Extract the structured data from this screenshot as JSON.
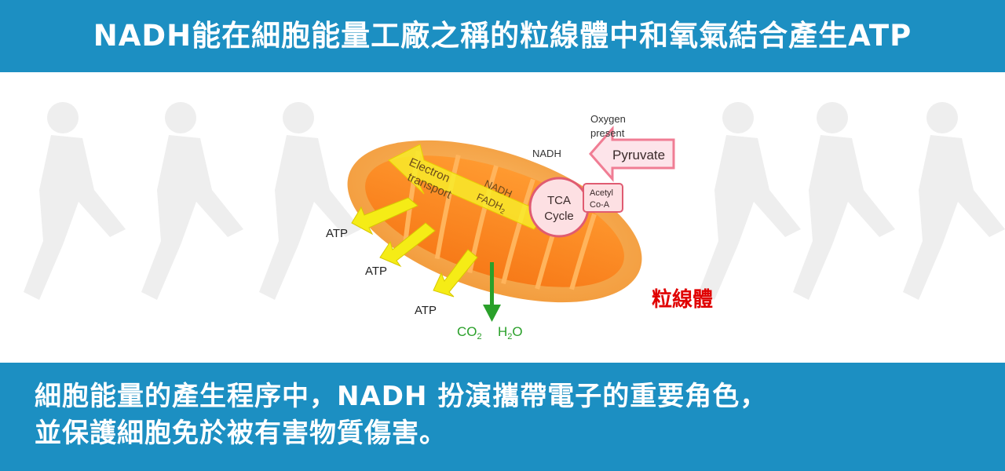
{
  "header": {
    "title": "NADH能在細胞能量工廠之稱的粒線體中和氧氣結合產生ATP"
  },
  "diagram": {
    "oxygen_line1": "Oxygen",
    "oxygen_line2": "present",
    "pyruvate": "Pyruvate",
    "nadh_top": "NADH",
    "electron_line1": "Electron",
    "electron_line2": "transport",
    "nadh_arrow": "NADH",
    "fadh2": "FADH",
    "fadh2_sub": "2",
    "tca_line1": "TCA",
    "tca_line2": "Cycle",
    "acetyl_line1": "Acetyl",
    "acetyl_line2": "Co-A",
    "atp_1": "ATP",
    "atp_2": "ATP",
    "atp_3": "ATP",
    "co2": "CO",
    "co2_sub": "2",
    "h2o_h": "H",
    "h2o_sub": "2",
    "h2o_o": "O",
    "mito_label": "粒線體",
    "colors": {
      "mito_outer": "#f5a84a",
      "mito_inner": "#fb8a25",
      "arrow_yellow": "#f5ec16",
      "arrow_green": "#2aa02a",
      "label_red": "#e00000",
      "pyruvate_pink": "#f07d94"
    }
  },
  "footer": {
    "line1": "細胞能量的產生程序中，NADH 扮演攜帶電子的重要角色，",
    "line2": "並保護細胞免於被有害物質傷害。"
  }
}
